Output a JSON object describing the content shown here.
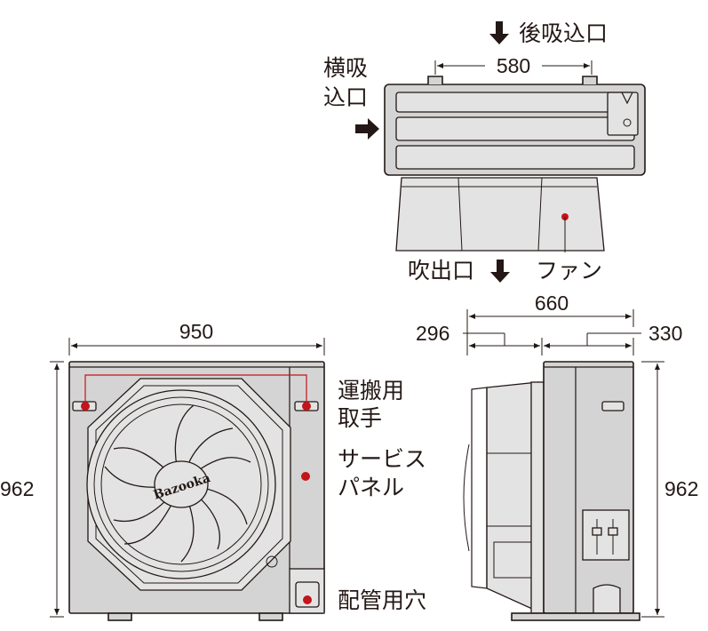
{
  "labels": {
    "rear_intake": "後吸込口",
    "side_intake_line1": "横吸",
    "side_intake_line2": "込口",
    "outlet": "吹出口",
    "fan": "ファン",
    "handle_line1": "運搬用",
    "handle_line2": "取手",
    "service_panel_line1": "サービス",
    "service_panel_line2": "パネル",
    "piping_hole": "配管用穴",
    "logo": "Bazooka"
  },
  "dimensions": {
    "top_width": "580",
    "front_width": "950",
    "front_height": "962",
    "side_depth": "660",
    "side_fan_depth": "296",
    "side_body_depth": "330",
    "side_height": "962"
  },
  "colors": {
    "body": "#d4d4d4",
    "outline": "#231815",
    "callout": "#c4141c"
  }
}
